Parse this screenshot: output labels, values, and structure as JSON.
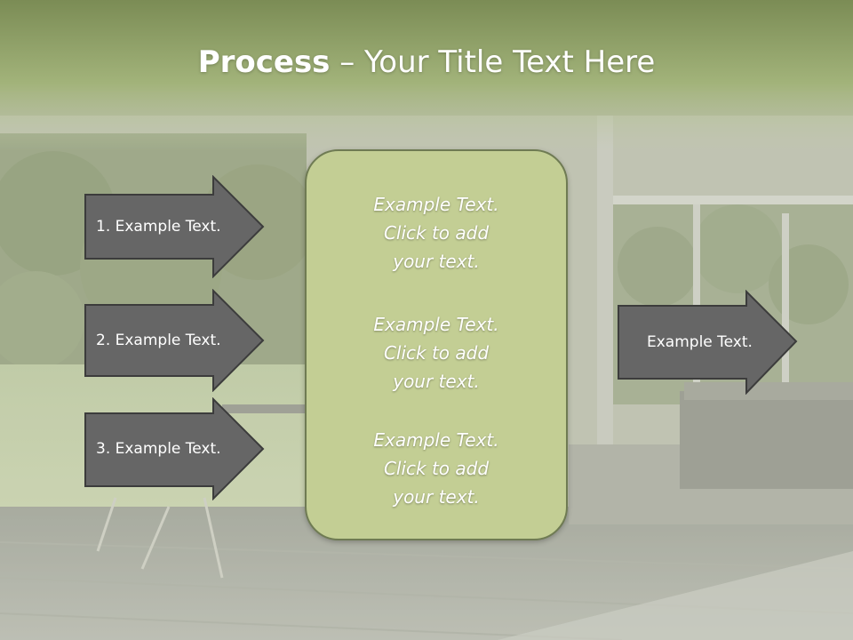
{
  "slide": {
    "title_bold": "Process",
    "title_rest": " – Your Title Text Here",
    "steps": [
      {
        "label": "1. Example Text."
      },
      {
        "label": "2. Example Text."
      },
      {
        "label": "3. Example Text."
      }
    ],
    "center_blocks": [
      {
        "lines": [
          "Example Text.",
          "Click  to add",
          "your text."
        ]
      },
      {
        "lines": [
          "Example Text.",
          "Click  to add",
          "your text."
        ]
      },
      {
        "lines": [
          "Example Text.",
          "Click  to add",
          "your text."
        ]
      }
    ],
    "output": {
      "label": "Example Text."
    }
  },
  "colors": {
    "header_green": "#a2b37a",
    "panel_fill": "#c3ce94",
    "panel_border": "#6f7b53",
    "arrow_fill": "#666666",
    "arrow_border": "#3c3c3c",
    "text": "#ffffff"
  }
}
